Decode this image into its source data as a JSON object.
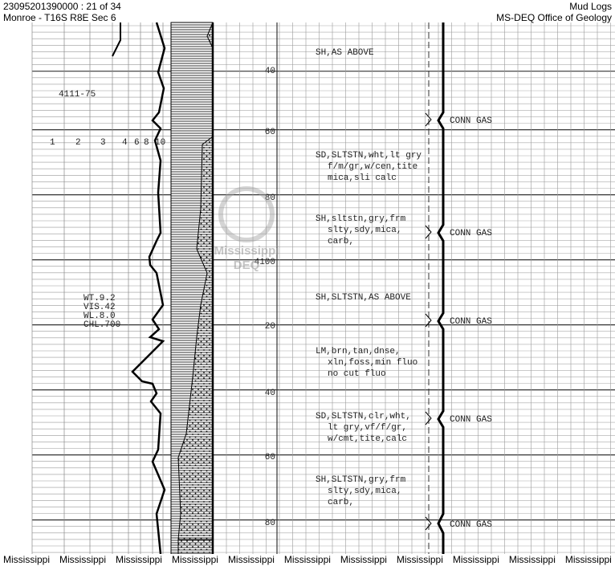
{
  "header": {
    "doc_id_page": "23095201390000 : 21 of 34",
    "location": "Monroe - T16S R8E Sec 6",
    "category": "Mud Logs",
    "agency": "MS-DEQ Office of Geology"
  },
  "log": {
    "date_note": "4111-75",
    "scale_ticks": [
      "1",
      "2",
      "3",
      "4",
      "6",
      "8",
      "10"
    ],
    "mud_props": [
      "WT.9.2",
      "VIS.42",
      "WL.8.0",
      "CHL.700"
    ],
    "depth_labels": [
      "40",
      "60",
      "80",
      "4100",
      "20",
      "40",
      "60",
      "80"
    ],
    "descriptions": [
      [
        "SH,AS ABOVE"
      ],
      [
        "SD,SLTSTN,wht,lt gry",
        "f/m/gr,w/cen,tite",
        "mica,sli calc"
      ],
      [
        "SH,sltstn,gry,frm",
        "slty,sdy,mica,",
        "carb,"
      ],
      [
        "SH,SLTSTN,AS ABOVE"
      ],
      [
        "LM,brn,tan,dnse,",
        "xln,foss,min fluo",
        "no cut fluo"
      ],
      [
        "SD,SLTSTN,clr,wht,",
        "lt gry,vf/f/gr,",
        "w/cmt,tite,calc"
      ],
      [
        "SH,SLTSTN,gry,frm",
        "slty,sdy,mica,",
        "carb,"
      ]
    ],
    "gas_labels": [
      "CONN GAS",
      "CONN GAS",
      "CONN GAS",
      "CONN GAS",
      "CONN GAS"
    ]
  },
  "watermark": {
    "line1": "Mississippi",
    "line2": "DEQ"
  },
  "footer": {
    "items": [
      "Mississippi",
      "Mississippi",
      "Mississippi",
      "Mississippi",
      "Mississippi",
      "Mississippi",
      "Mississippi",
      "Mississippi",
      "Mississippi",
      "Mississippi",
      "Mississippi"
    ]
  }
}
